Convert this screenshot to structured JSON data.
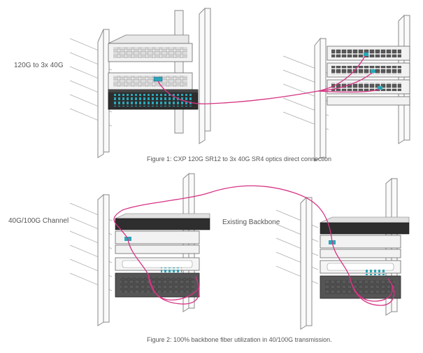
{
  "figure1": {
    "label": "120G to 3x 40G",
    "caption": "Figure 1: CXP 120G SR12 to 3x 40G SR4 optics direct connection"
  },
  "figure2": {
    "label_left": "40G/100G Channel",
    "label_mid": "Existing Backbone",
    "caption": "Figure 2:  100% backbone fiber utilization in 40/100G transmission."
  },
  "colors": {
    "cable": "#d63384",
    "port_accent": "#2aa7b8",
    "rack_line": "#8a8a8a",
    "device_dark": "#2e2e2e",
    "device_light": "#f2f2f2"
  }
}
